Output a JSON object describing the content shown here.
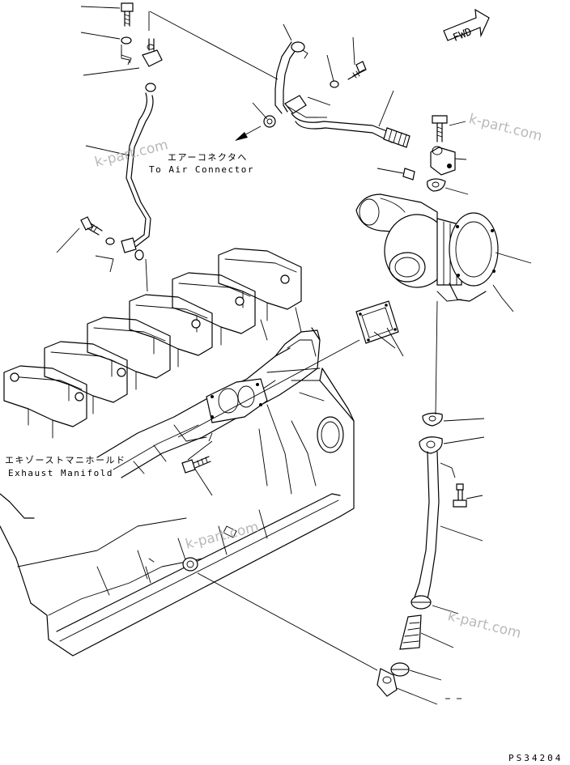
{
  "labels": {
    "air_connector_jp": "エアーコネクタへ",
    "air_connector_en": "To Air Connector",
    "exhaust_manifold_jp": "エキゾーストマニホールド",
    "exhaust_manifold_en": "Exhaust Manifold",
    "fwd": "FWD"
  },
  "watermarks": [
    "k-part.com",
    "k-part.com",
    "k-part.com",
    "k-part.com"
  ],
  "drawing_code": "PS34204",
  "icons": [
    "fwd-arrow-icon"
  ]
}
